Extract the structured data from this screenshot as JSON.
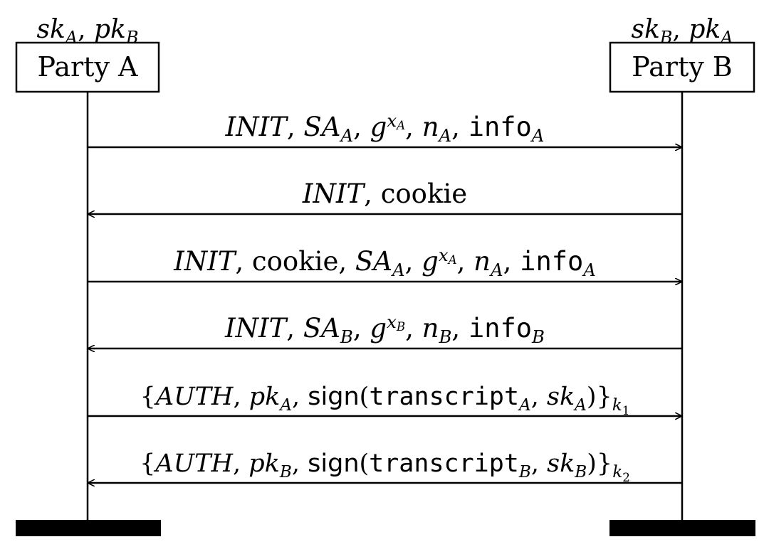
{
  "party_a": {
    "label": "Party A",
    "keys": {
      "sk": "sk",
      "sk_sub": "A",
      "sep": ", ",
      "pk": "pk",
      "pk_sub": "B"
    }
  },
  "party_b": {
    "label": "Party B",
    "keys": {
      "sk": "sk",
      "sk_sub": "B",
      "sep": ", ",
      "pk": "pk",
      "pk_sub": "A"
    }
  },
  "messages": [
    {
      "direction": "A-to-B",
      "parts": [
        {
          "text": "INIT",
          "style": "it"
        },
        {
          "text": ", ",
          "style": "rm"
        },
        {
          "text": "SA",
          "style": "it"
        },
        {
          "text": "A",
          "style": "it",
          "script": "sub"
        },
        {
          "text": ", ",
          "style": "rm"
        },
        {
          "text": "g",
          "style": "it"
        },
        {
          "text": "x",
          "style": "it",
          "script": "sup"
        },
        {
          "text": "A",
          "style": "it",
          "script": "subsup"
        },
        {
          "text": ", ",
          "style": "rm"
        },
        {
          "text": "n",
          "style": "it"
        },
        {
          "text": "A",
          "style": "it",
          "script": "sub"
        },
        {
          "text": ", ",
          "style": "rm"
        },
        {
          "text": "info",
          "style": "tt"
        },
        {
          "text": "A",
          "style": "it",
          "script": "sub"
        }
      ]
    },
    {
      "direction": "B-to-A",
      "parts": [
        {
          "text": "INIT",
          "style": "it"
        },
        {
          "text": ", ",
          "style": "rm"
        },
        {
          "text": "cookie",
          "style": "rm"
        }
      ]
    },
    {
      "direction": "A-to-B",
      "parts": [
        {
          "text": "INIT",
          "style": "it"
        },
        {
          "text": ", ",
          "style": "rm"
        },
        {
          "text": "cookie",
          "style": "rm"
        },
        {
          "text": ", ",
          "style": "rm"
        },
        {
          "text": "SA",
          "style": "it"
        },
        {
          "text": "A",
          "style": "it",
          "script": "sub"
        },
        {
          "text": ", ",
          "style": "rm"
        },
        {
          "text": "g",
          "style": "it"
        },
        {
          "text": "x",
          "style": "it",
          "script": "sup"
        },
        {
          "text": "A",
          "style": "it",
          "script": "subsup"
        },
        {
          "text": ", ",
          "style": "rm"
        },
        {
          "text": "n",
          "style": "it"
        },
        {
          "text": "A",
          "style": "it",
          "script": "sub"
        },
        {
          "text": ", ",
          "style": "rm"
        },
        {
          "text": "info",
          "style": "tt"
        },
        {
          "text": "A",
          "style": "it",
          "script": "sub"
        }
      ]
    },
    {
      "direction": "B-to-A",
      "parts": [
        {
          "text": "INIT",
          "style": "it"
        },
        {
          "text": ", ",
          "style": "rm"
        },
        {
          "text": "SA",
          "style": "it"
        },
        {
          "text": "B",
          "style": "it",
          "script": "sub"
        },
        {
          "text": ", ",
          "style": "rm"
        },
        {
          "text": "g",
          "style": "it"
        },
        {
          "text": "x",
          "style": "it",
          "script": "sup"
        },
        {
          "text": "B",
          "style": "it",
          "script": "subsup"
        },
        {
          "text": ", ",
          "style": "rm"
        },
        {
          "text": "n",
          "style": "it"
        },
        {
          "text": "B",
          "style": "it",
          "script": "sub"
        },
        {
          "text": ", ",
          "style": "rm"
        },
        {
          "text": "info",
          "style": "tt"
        },
        {
          "text": "B",
          "style": "it",
          "script": "sub"
        }
      ]
    },
    {
      "direction": "A-to-B",
      "parts": [
        {
          "text": "{",
          "style": "rm"
        },
        {
          "text": "AUTH",
          "style": "it"
        },
        {
          "text": ", ",
          "style": "rm"
        },
        {
          "text": "pk",
          "style": "it"
        },
        {
          "text": "A",
          "style": "it",
          "script": "sub"
        },
        {
          "text": ", ",
          "style": "rm"
        },
        {
          "text": "sign",
          "style": "sf"
        },
        {
          "text": "(",
          "style": "rm"
        },
        {
          "text": "transcript",
          "style": "tt"
        },
        {
          "text": "A",
          "style": "it",
          "script": "sub"
        },
        {
          "text": ", ",
          "style": "rm"
        },
        {
          "text": "sk",
          "style": "it"
        },
        {
          "text": "A",
          "style": "it",
          "script": "sub"
        },
        {
          "text": ")}",
          "style": "rm"
        },
        {
          "text": "k",
          "style": "it",
          "script": "sub"
        },
        {
          "text": "1",
          "style": "rm",
          "script": "subsub"
        }
      ]
    },
    {
      "direction": "B-to-A",
      "parts": [
        {
          "text": "{",
          "style": "rm"
        },
        {
          "text": "AUTH",
          "style": "it"
        },
        {
          "text": ", ",
          "style": "rm"
        },
        {
          "text": "pk",
          "style": "it"
        },
        {
          "text": "B",
          "style": "it",
          "script": "sub"
        },
        {
          "text": ", ",
          "style": "rm"
        },
        {
          "text": "sign",
          "style": "sf"
        },
        {
          "text": "(",
          "style": "rm"
        },
        {
          "text": "transcript",
          "style": "tt"
        },
        {
          "text": "B",
          "style": "it",
          "script": "sub"
        },
        {
          "text": ", ",
          "style": "rm"
        },
        {
          "text": "sk",
          "style": "it"
        },
        {
          "text": "B",
          "style": "it",
          "script": "sub"
        },
        {
          "text": ")}",
          "style": "rm"
        },
        {
          "text": "k",
          "style": "it",
          "script": "sub"
        },
        {
          "text": "2",
          "style": "rm",
          "script": "subsub"
        }
      ]
    }
  ]
}
